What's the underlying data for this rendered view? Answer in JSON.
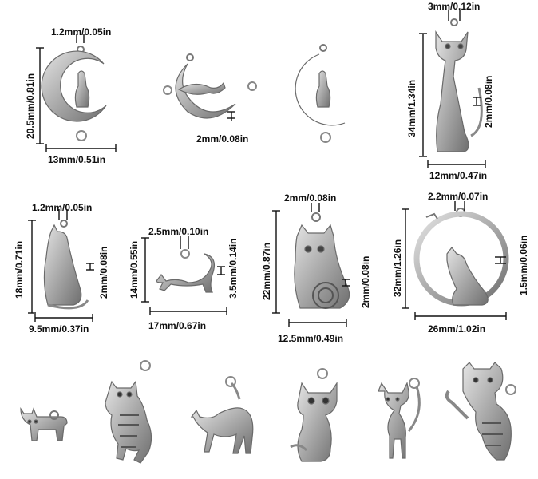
{
  "charms": [
    {
      "name": "cat-on-crescent-moon-charm",
      "dims": {
        "loop": "1.2mm/0.05in",
        "height": "20.5mm/0.81in",
        "width": "13mm/0.51in"
      }
    },
    {
      "name": "cat-lying-on-moon-charm",
      "dims": {
        "thickness": "2mm/0.08in"
      }
    },
    {
      "name": "cat-on-crescent-moon-charm-2",
      "dims": {}
    },
    {
      "name": "tall-sitting-cat-charm",
      "dims": {
        "loop": "3mm/0.12in",
        "height": "34mm/1.34in",
        "thickness": "2mm/0.08in",
        "width": "12mm/0.47in"
      }
    },
    {
      "name": "sitting-cat-silhouette-charm",
      "dims": {
        "loop": "1.2mm/0.05in",
        "height": "18mm/0.71in",
        "thickness": "2mm/0.08in",
        "width": "9.5mm/0.37in"
      }
    },
    {
      "name": "stretching-cat-charm",
      "dims": {
        "loop": "2.5mm/0.10in",
        "height": "14mm/0.55in",
        "thickness": "3.5mm/0.14in",
        "width": "17mm/0.67in"
      }
    },
    {
      "name": "swirl-pattern-cat-charm",
      "dims": {
        "loop": "2mm/0.08in",
        "height": "22mm/0.87in",
        "thickness": "2mm/0.08in",
        "width": "12.5mm/0.49in"
      }
    },
    {
      "name": "cat-in-ring-charm",
      "dims": {
        "loop": "2.2mm/0.07in",
        "height": "32mm/1.26in",
        "thickness": "1.5mm/0.06in",
        "width": "26mm/1.02in"
      }
    }
  ],
  "bottom_row": [
    "small-walking-cat-charm",
    "hanging-striped-cat-charm",
    "arched-cat-charm",
    "sitting-cat-face-charm",
    "skinny-cat-charm",
    "hanging-cat-on-branch-charm"
  ],
  "colors": {
    "silver": "#b9b9b9",
    "silver_dark": "#6d6d6d",
    "line": "#111111"
  }
}
